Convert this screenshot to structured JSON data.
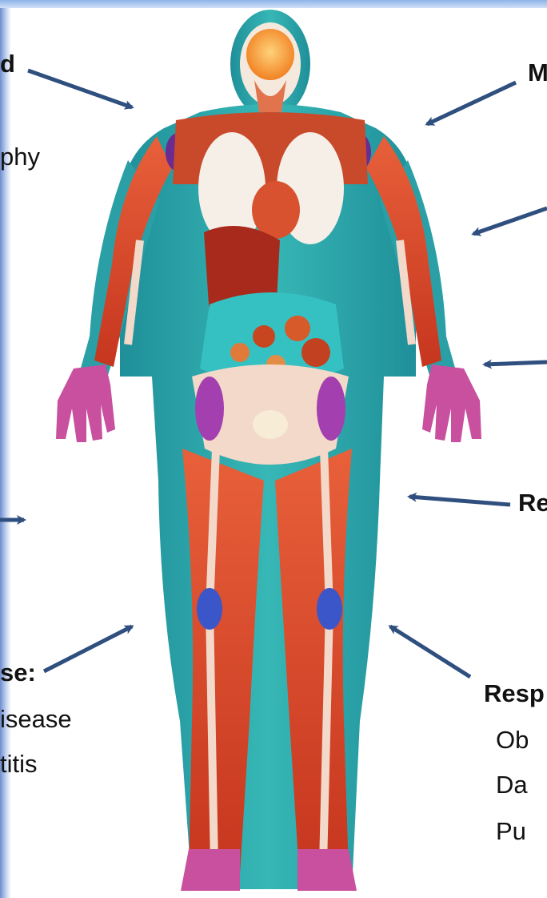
{
  "labels": {
    "top_left_heading": "d",
    "top_left_line": "phy",
    "top_right_heading": "M",
    "mid_right_heading": "Re",
    "bottom_left_heading": "se:",
    "bottom_left_line1": "isease",
    "bottom_left_line2": "titis",
    "bottom_right_heading": "Resp",
    "bottom_right_line1": "Ob",
    "bottom_right_line2": "Da",
    "bottom_right_line3": "Pu"
  },
  "colors": {
    "arrow": "#2f4f7f",
    "fat": "#2aa3a8",
    "muscle": "#d8432a",
    "bone": "#f3d9c9",
    "slide_edge": "#6e8ed0"
  }
}
